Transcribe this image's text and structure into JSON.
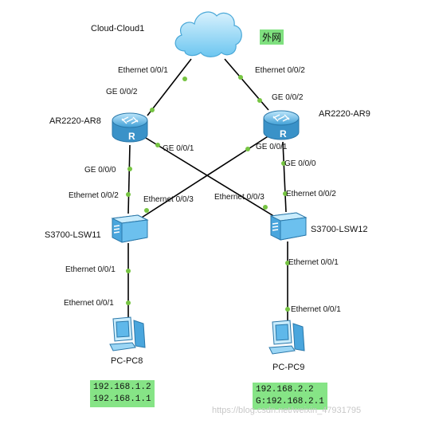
{
  "devices": {
    "cloud": {
      "name": "Cloud-Cloud1",
      "tag": "外网"
    },
    "ar8": {
      "name": "AR2220-AR8"
    },
    "ar9": {
      "name": "AR2220-AR9"
    },
    "lsw11": {
      "name": "S3700-LSW11"
    },
    "lsw12": {
      "name": "S3700-LSW12"
    },
    "pc8": {
      "name": "PC-PC8",
      "ip_lines": [
        "192.168.1.2",
        "192.168.1.1"
      ]
    },
    "pc9": {
      "name": "PC-PC9",
      "ip_lines": [
        "192.168.2.2",
        "G:192.168.2.1"
      ]
    }
  },
  "ports": {
    "cloud_ar8": "Ethernet 0/0/1",
    "ar8_cloud": "GE 0/0/2",
    "cloud_ar9": "Ethernet 0/0/2",
    "ar9_cloud": "GE 0/0/2",
    "ar8_ge001": "GE 0/0/1",
    "ar9_ge001": "GE 0/0/1",
    "ar8_ge000": "GE 0/0/0",
    "ar9_ge000": "GE 0/0/0",
    "lsw11_e002": "Ethernet 0/0/2",
    "lsw11_e003": "Ethernet 0/0/3",
    "lsw12_e003": "Ethernet 0/0/3",
    "lsw12_e002": "Ethernet 0/0/2",
    "lsw11_e001": "Ethernet 0/0/1",
    "pc8_e001": "Ethernet 0/0/1",
    "lsw12_e001": "Ethernet 0/0/1",
    "pc9_e001": "Ethernet 0/0/1"
  },
  "watermark": "https://blog.csdn.net/weixin_47931795",
  "colors": {
    "link": "#000000",
    "port_dot": "#76c442",
    "device": "#5fb8ea",
    "label_bg": "#7fe07f"
  }
}
